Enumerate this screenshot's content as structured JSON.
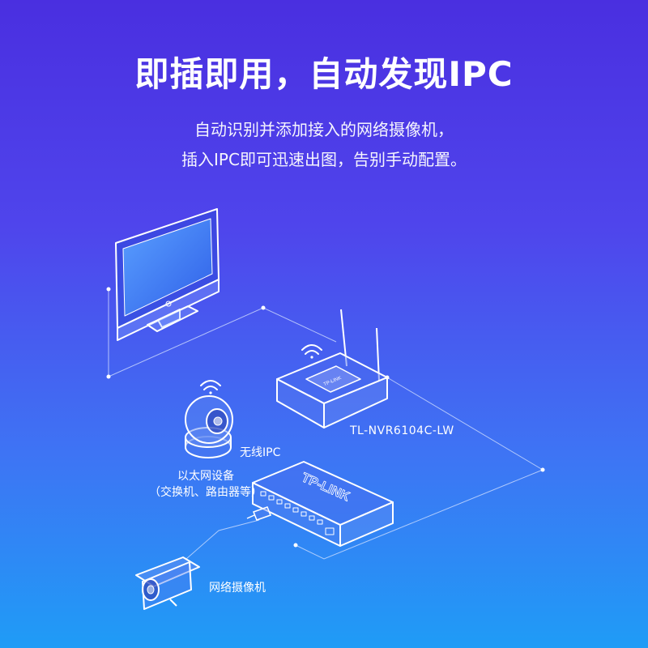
{
  "header": {
    "title": "即插即用，自动发现IPC",
    "subtitle_line1": "自动识别并添加接入的网络摄像机，",
    "subtitle_line2": "插入IPC即可迅速出图，告别手动配置。"
  },
  "devices": {
    "nvr_label": "TL-NVR6104C-LW",
    "wireless_ipc_label": "无线IPC",
    "ethernet_label_line1": "以太网设备",
    "ethernet_label_line2": "（交换机、路由器等）",
    "bullet_camera_label": "网络摄像机",
    "switch_brand": "TP-LINK"
  },
  "colors": {
    "gradient_top": "#4a2fe0",
    "gradient_bottom": "#1f9cf6",
    "screen": "#3f7cf7"
  },
  "icons": [
    "monitor-icon",
    "nvr-icon",
    "wifi-icon",
    "dome-camera-icon",
    "switch-icon",
    "bullet-camera-icon"
  ]
}
